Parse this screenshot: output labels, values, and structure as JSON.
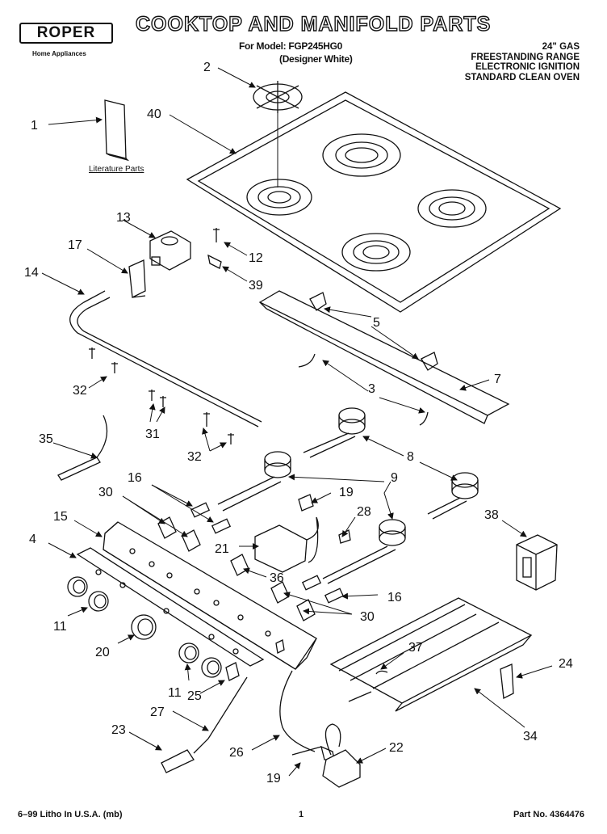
{
  "header": {
    "brand": "ROPER",
    "brand_sub": "Home Appliances",
    "title": "COOKTOP AND MANIFOLD PARTS",
    "model_line": "For Model: FGP245HG0",
    "color_line": "(Designer White)",
    "spec_lines": [
      "24\" GAS",
      "FREESTANDING RANGE",
      "ELECTRONIC IGNITION",
      "STANDARD CLEAN OVEN"
    ]
  },
  "literature_label": "Literature Parts",
  "callouts": [
    {
      "id": "c1",
      "label": "1"
    },
    {
      "id": "c2",
      "label": "2"
    },
    {
      "id": "c40",
      "label": "40"
    },
    {
      "id": "c13",
      "label": "13"
    },
    {
      "id": "c12",
      "label": "12"
    },
    {
      "id": "c39",
      "label": "39"
    },
    {
      "id": "c17",
      "label": "17"
    },
    {
      "id": "c14",
      "label": "14"
    },
    {
      "id": "c5",
      "label": "5"
    },
    {
      "id": "c7",
      "label": "7"
    },
    {
      "id": "c3",
      "label": "3"
    },
    {
      "id": "c32a",
      "label": "32"
    },
    {
      "id": "c31",
      "label": "31"
    },
    {
      "id": "c32b",
      "label": "32"
    },
    {
      "id": "c35",
      "label": "35"
    },
    {
      "id": "c8",
      "label": "8"
    },
    {
      "id": "c9",
      "label": "9"
    },
    {
      "id": "c16a",
      "label": "16"
    },
    {
      "id": "c30a",
      "label": "30"
    },
    {
      "id": "c19a",
      "label": "19"
    },
    {
      "id": "c28",
      "label": "28"
    },
    {
      "id": "c38",
      "label": "38"
    },
    {
      "id": "c15",
      "label": "15"
    },
    {
      "id": "c4",
      "label": "4"
    },
    {
      "id": "c21",
      "label": "21"
    },
    {
      "id": "c36",
      "label": "36"
    },
    {
      "id": "c16b",
      "label": "16"
    },
    {
      "id": "c30b",
      "label": "30"
    },
    {
      "id": "c11a",
      "label": "11"
    },
    {
      "id": "c20",
      "label": "20"
    },
    {
      "id": "c37",
      "label": "37"
    },
    {
      "id": "c24",
      "label": "24"
    },
    {
      "id": "c11b",
      "label": "11"
    },
    {
      "id": "c25",
      "label": "25"
    },
    {
      "id": "c27",
      "label": "27"
    },
    {
      "id": "c23",
      "label": "23"
    },
    {
      "id": "c26",
      "label": "26"
    },
    {
      "id": "c22",
      "label": "22"
    },
    {
      "id": "c34",
      "label": "34"
    },
    {
      "id": "c19b",
      "label": "19"
    }
  ],
  "footer": {
    "left": "6–99 Litho In U.S.A. (mb)",
    "page": "1",
    "part_no": "Part No. 4364476"
  }
}
